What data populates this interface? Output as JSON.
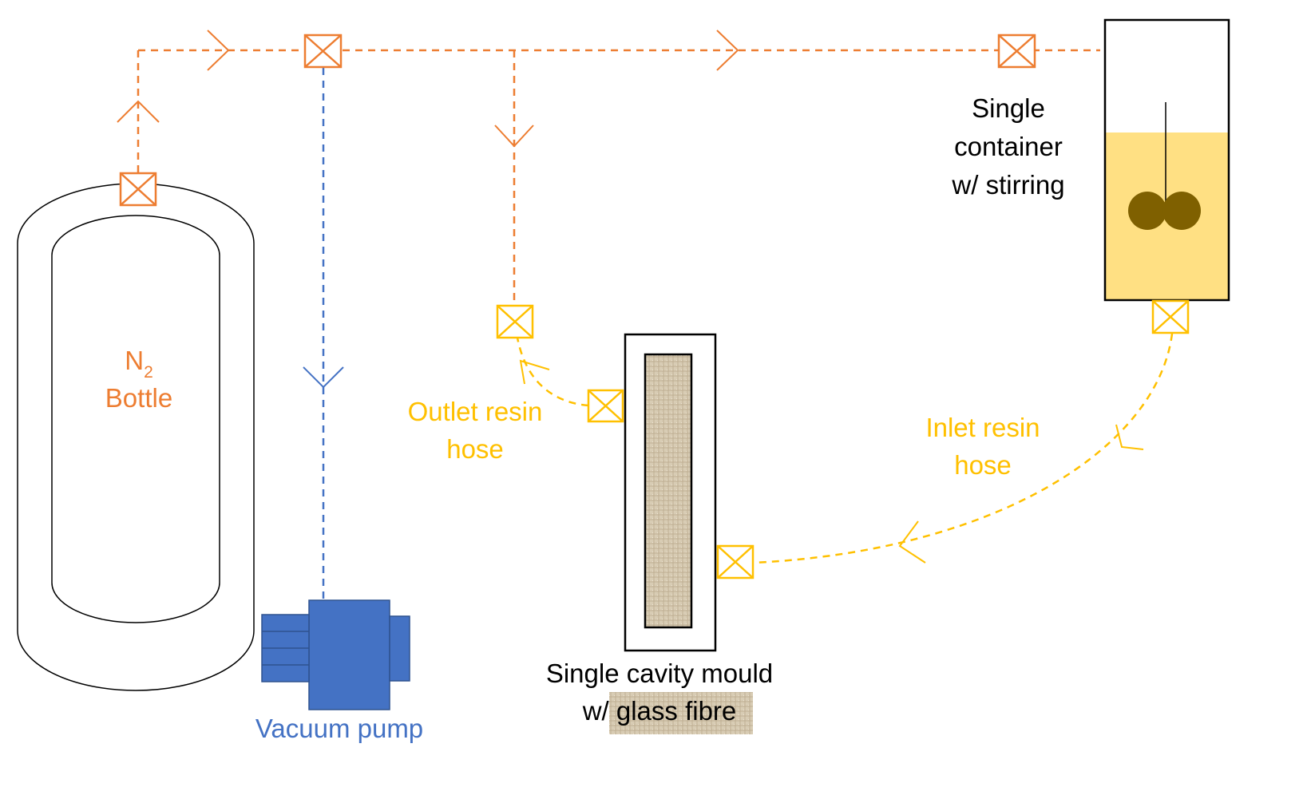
{
  "colors": {
    "nitrogen_line": "#ED7D31",
    "vacuum_line": "#4472C4",
    "resin_line": "#FFC000",
    "resin_fill": "#FFE083",
    "stirrer": "#7F6000",
    "pump": "#4472C4",
    "fibre": "#D8CCB4",
    "outline": "#000000"
  },
  "labels": {
    "n2_main": "N",
    "n2_subscript": "2",
    "bottle": "Bottle",
    "vacuum_pump": "Vacuum pump",
    "outlet_hose_line1": "Outlet resin",
    "outlet_hose_line2": "hose",
    "inlet_hose_line1": "Inlet resin",
    "inlet_hose_line2": "hose",
    "mould_line1": "Single cavity mould",
    "mould_line2_prefix": "w/ ",
    "mould_line2_highlight": "glass fibre",
    "container_line1": "Single",
    "container_line2": "container",
    "container_line3": "w/ stirring"
  },
  "icons": {
    "valve": "valve-icon",
    "flow_arrow": "flow-arrow-icon",
    "stirrer": "stirrer-icon",
    "pump": "vacuum-pump-icon",
    "bottle": "gas-bottle-icon"
  }
}
